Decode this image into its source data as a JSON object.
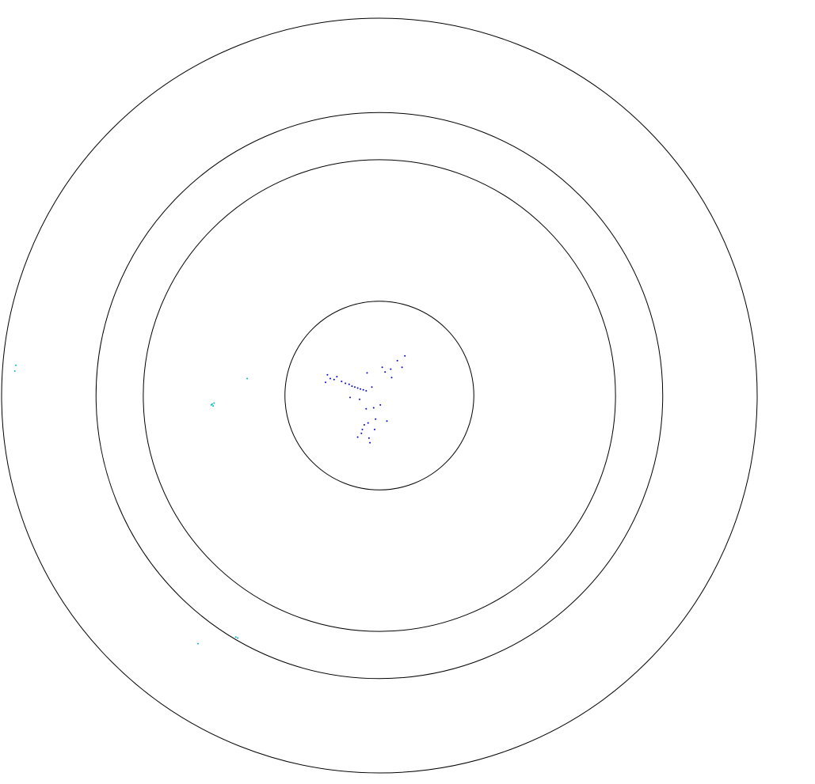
{
  "chart_data": {
    "type": "scatter",
    "coordinate_system": "polar",
    "title": "",
    "xlabel": "",
    "ylabel": "",
    "grid": true,
    "legend": "none",
    "r_max": 4,
    "rings": [
      1,
      2.5,
      3,
      4
    ],
    "series": [
      {
        "color": "#0000cc",
        "points": [
          {
            "x": -0.52,
            "y": 0.18
          },
          {
            "x": -0.48,
            "y": 0.17
          },
          {
            "x": -0.45,
            "y": 0.2
          },
          {
            "x": -0.4,
            "y": 0.15
          },
          {
            "x": -0.36,
            "y": 0.13
          },
          {
            "x": -0.32,
            "y": 0.12
          },
          {
            "x": -0.29,
            "y": 0.1
          },
          {
            "x": -0.26,
            "y": 0.09
          },
          {
            "x": -0.23,
            "y": 0.08
          },
          {
            "x": -0.2,
            "y": 0.07
          },
          {
            "x": -0.17,
            "y": 0.06
          },
          {
            "x": -0.14,
            "y": 0.05
          },
          {
            "x": -0.55,
            "y": 0.22
          },
          {
            "x": -0.57,
            "y": 0.14
          },
          {
            "x": -0.13,
            "y": 0.24
          },
          {
            "x": 0.03,
            "y": 0.3
          },
          {
            "x": 0.06,
            "y": 0.25
          },
          {
            "x": 0.12,
            "y": 0.28
          },
          {
            "x": 0.19,
            "y": 0.37
          },
          {
            "x": 0.27,
            "y": 0.42
          },
          {
            "x": 0.13,
            "y": 0.19
          },
          {
            "x": 0.01,
            "y": -0.1
          },
          {
            "x": -0.06,
            "y": -0.13
          },
          {
            "x": -0.04,
            "y": -0.25
          },
          {
            "x": -0.12,
            "y": -0.29
          },
          {
            "x": -0.16,
            "y": -0.31
          },
          {
            "x": -0.18,
            "y": -0.36
          },
          {
            "x": -0.19,
            "y": -0.4
          },
          {
            "x": -0.11,
            "y": -0.45
          },
          {
            "x": -0.05,
            "y": -0.36
          },
          {
            "x": -0.1,
            "y": -0.5
          },
          {
            "x": -0.23,
            "y": -0.44
          },
          {
            "x": -0.14,
            "y": -0.14
          },
          {
            "x": -0.21,
            "y": -0.04
          },
          {
            "x": -0.31,
            "y": -0.02
          },
          {
            "x": -0.08,
            "y": 0.09
          },
          {
            "x": 0.24,
            "y": 0.3
          },
          {
            "x": 0.08,
            "y": -0.27
          }
        ]
      },
      {
        "color": "#00b8cc",
        "points": [
          {
            "x": -1.77,
            "y": -0.09
          },
          {
            "x": -1.76,
            "y": -0.11
          },
          {
            "x": -1.78,
            "y": -0.1
          },
          {
            "x": -1.75,
            "y": -0.08
          },
          {
            "x": -3.85,
            "y": 0.32
          },
          {
            "x": -3.86,
            "y": 0.26
          },
          {
            "x": -1.4,
            "y": 0.18
          },
          {
            "x": -1.52,
            "y": -2.56
          },
          {
            "x": -1.5,
            "y": -2.57
          },
          {
            "x": -1.92,
            "y": -2.63
          }
        ]
      }
    ]
  }
}
